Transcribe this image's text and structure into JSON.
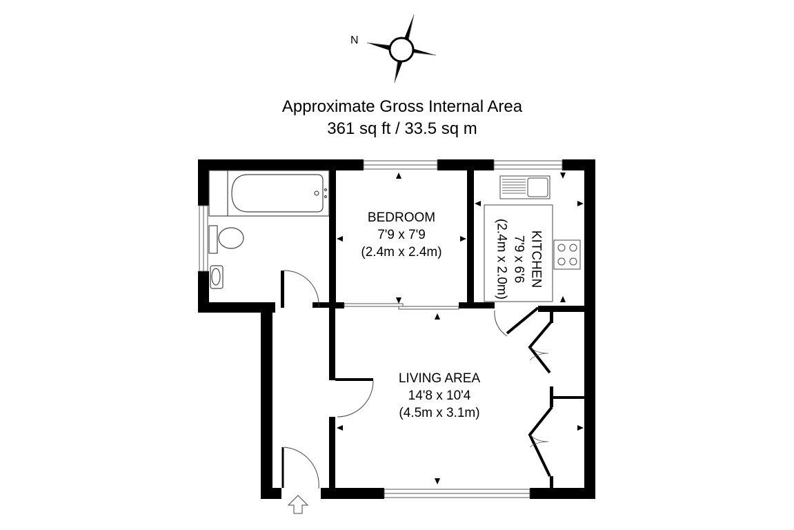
{
  "header": {
    "area_title": "Approximate Gross Internal Area",
    "area_value": "361 sq ft / 33.5 sq m"
  },
  "compass": {
    "north_label": "N"
  },
  "rooms": [
    {
      "name": "BEDROOM",
      "imperial": "7'9 x 7'9",
      "metric": "(2.4m x 2.4m)"
    },
    {
      "name": "KITCHEN",
      "imperial": "7'9 x 6'6",
      "metric": "(2.4m x 2.0m)"
    },
    {
      "name": "LIVING AREA",
      "imperial": "14'8 x 10'4",
      "metric": "(4.5m x 3.1m)"
    }
  ],
  "colors": {
    "wall": "#000000",
    "line": "#555555",
    "background": "#ffffff"
  }
}
